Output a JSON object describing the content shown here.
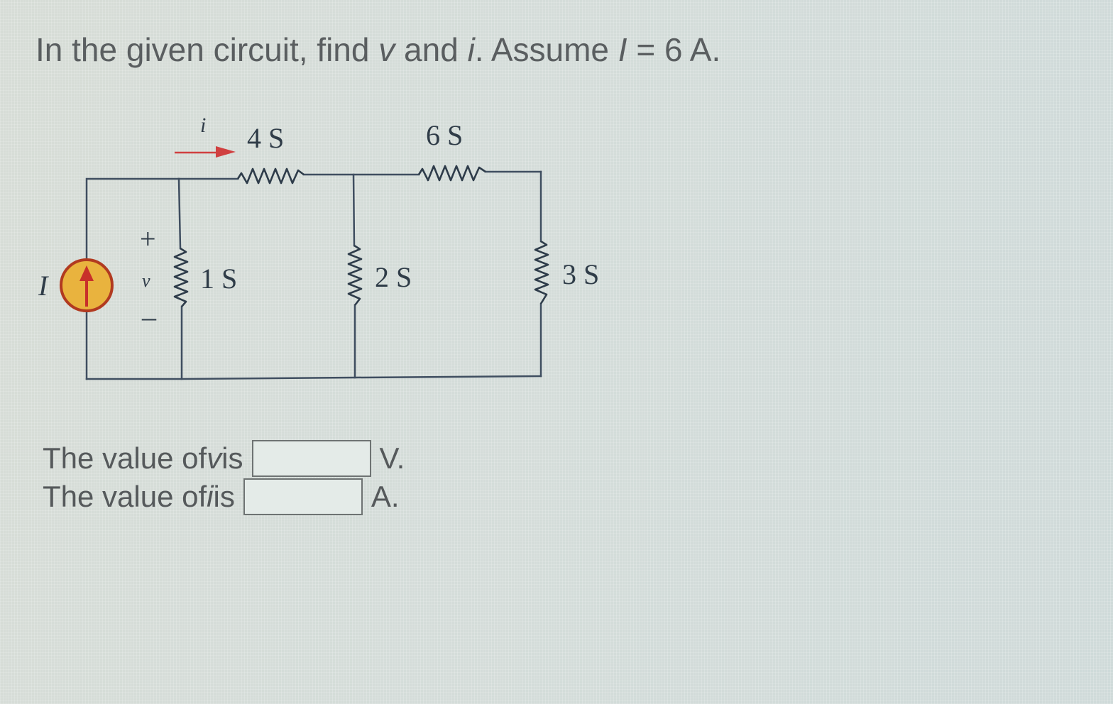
{
  "question": {
    "prefix": "In the given circuit, find ",
    "var_v": "v",
    "and_text": " and ",
    "var_i": "i",
    "assume_text": ". Assume ",
    "var_I": "I",
    "value_text": " = 6 A."
  },
  "circuit": {
    "source_label": "I",
    "current_label": "i",
    "voltage_label": "v",
    "plus_sign": "+",
    "minus_sign": "–",
    "r_series_1": "4 S",
    "r_series_2": "6 S",
    "r_shunt_1": "1 S",
    "r_shunt_2": "2 S",
    "r_shunt_3": "3 S"
  },
  "answers": {
    "v_prefix": "The value of ",
    "v_var": "v",
    "v_suffix": " is",
    "v_value": "",
    "v_unit": "V.",
    "i_prefix": "The value of ",
    "i_var": "i",
    "i_suffix": " is",
    "i_value": "",
    "i_unit": "A."
  },
  "colors": {
    "wire": "#3f4e60",
    "resistor": "#2e3c4a",
    "source_fill": "#e9b33e",
    "source_ring": "#b13a20",
    "arrow": "#c8302a"
  }
}
